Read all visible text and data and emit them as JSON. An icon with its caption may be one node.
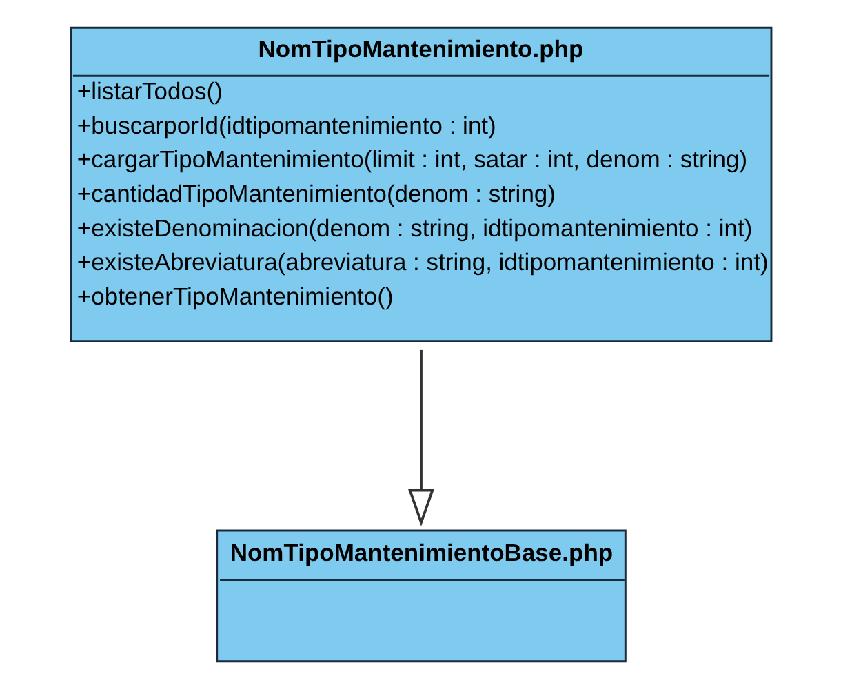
{
  "diagram": {
    "nodes": [
      {
        "text": [
          "NomTipoMantenimiento.php",
          "+listarTodos()",
          "+buscarporId(idtipomantenimiento : int)",
          "+cargarTipoMantenimiento(limit : int, satar : int, denom : string)",
          "+cantidadTipoMantenimiento(denom : string)",
          "+existeDenominacion(denom : string, idtipomantenimiento : int)",
          "+existeAbreviatura(abreviatura : string, idtipomantenimiento : int)",
          "+obtenerTipoMantenimiento()"
        ]
      },
      {
        "text": [
          "NomTipoMantenimientoBase.php"
        ]
      }
    ],
    "edges": [
      {
        "from": 0,
        "to": 1,
        "arrow": "to"
      }
    ]
  }
}
